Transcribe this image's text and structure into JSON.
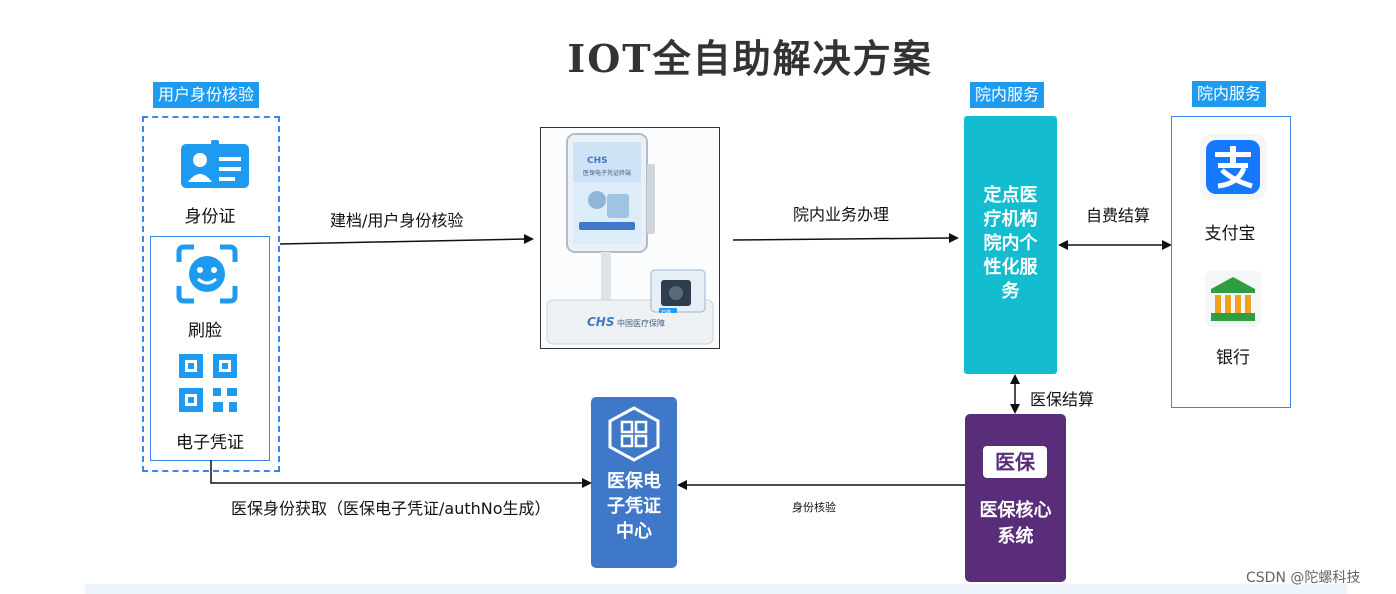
{
  "title": "IOT全自助解决方案",
  "tags": {
    "identity": "用户身份核验",
    "hospital_service_1": "院内服务",
    "hospital_service_2": "院内服务"
  },
  "identity_methods": {
    "id_card": "身份证",
    "face": "刷脸",
    "e_voucher": "电子凭证"
  },
  "flows": {
    "register": "建档/用户身份核验",
    "business": "院内业务办理",
    "self_pay": "自费结算",
    "insurance_settle": "医保结算",
    "insurance_id": "医保身份获取（医保电子凭证/authNo生成）",
    "id_check": "身份核验"
  },
  "terminal": {
    "screen_logo": "CHS",
    "screen_title": "医保电子凭证终端",
    "brand": "中国医疗保障",
    "scanner_label": "扫描"
  },
  "hospital_box": {
    "lines": [
      "定点医",
      "疗机构",
      "院内个",
      "性化服",
      "务"
    ]
  },
  "payments": {
    "alipay": "支付宝",
    "bank": "银行"
  },
  "voucher_center": {
    "lines": [
      "医保电",
      "子凭证",
      "中心"
    ]
  },
  "core_system": {
    "logo": "医保",
    "lines": [
      "医保核心",
      "系统"
    ]
  },
  "watermark": "CSDN @陀螺科技",
  "colors": {
    "accent_blue": "#1e9bf0",
    "teal": "#13bccf",
    "card_blue": "#3f78c9",
    "purple": "#5a2d7a"
  }
}
